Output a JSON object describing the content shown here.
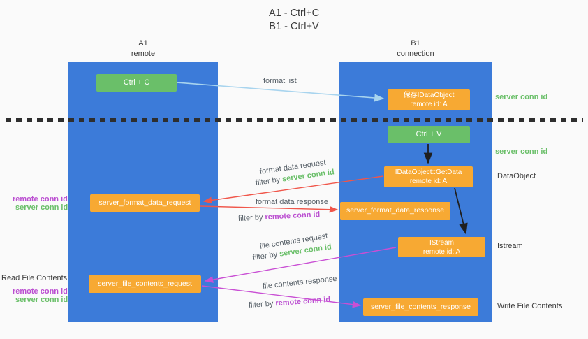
{
  "title": {
    "line1": "A1 - Ctrl+C",
    "line2": "B1 - Ctrl+V"
  },
  "lanes": {
    "a1": {
      "name": "A1",
      "subtitle": "remote"
    },
    "b1": {
      "name": "B1",
      "subtitle": "connection"
    }
  },
  "nodes": {
    "ctrl_c": "Ctrl + C",
    "ctrl_v": "Ctrl + V",
    "save_dataobject": {
      "line1": "保存IDataObject",
      "line2": "remote id: A"
    },
    "getdata": {
      "line1": "IDataObject::GetData",
      "line2": "remote id: A"
    },
    "istream": {
      "line1": "IStream",
      "line2": "remote id: A"
    },
    "format_request": "server_format_data_request",
    "format_response": "server_format_data_response",
    "file_request": "server_file_contents_request",
    "file_response": "server_file_contents_response"
  },
  "side_labels": {
    "left_format_remote": "remote conn id",
    "left_format_server": "server conn id",
    "left_read_file": "Read File Contents",
    "left_file_remote": "remote conn id",
    "left_file_server": "server conn id",
    "right_server_top": "server conn id",
    "right_server_mid": "server conn id",
    "right_dataobject": "DataObject",
    "right_istream": "Istream",
    "right_write_file": "Write File Contents"
  },
  "arrow_labels": {
    "format_list": "format list",
    "format_data_request": "format data request",
    "format_data_response": "format data response",
    "file_contents_request": "file contents request",
    "file_contents_response": "file contents response",
    "filter_by": "filter by",
    "server_conn_id": "server conn id",
    "remote_conn_id": "remote conn id"
  },
  "colors": {
    "lane_blue": "#3c7bd9",
    "node_green": "#6abf69",
    "node_orange": "#f7a933",
    "arrow_red": "#f0564a",
    "arrow_magenta": "#c94fd4",
    "arrow_lightblue": "#a8d4ee",
    "arrow_black": "#1f1f1f",
    "text_green": "#6abf69",
    "text_purple": "#bb4fd1"
  }
}
